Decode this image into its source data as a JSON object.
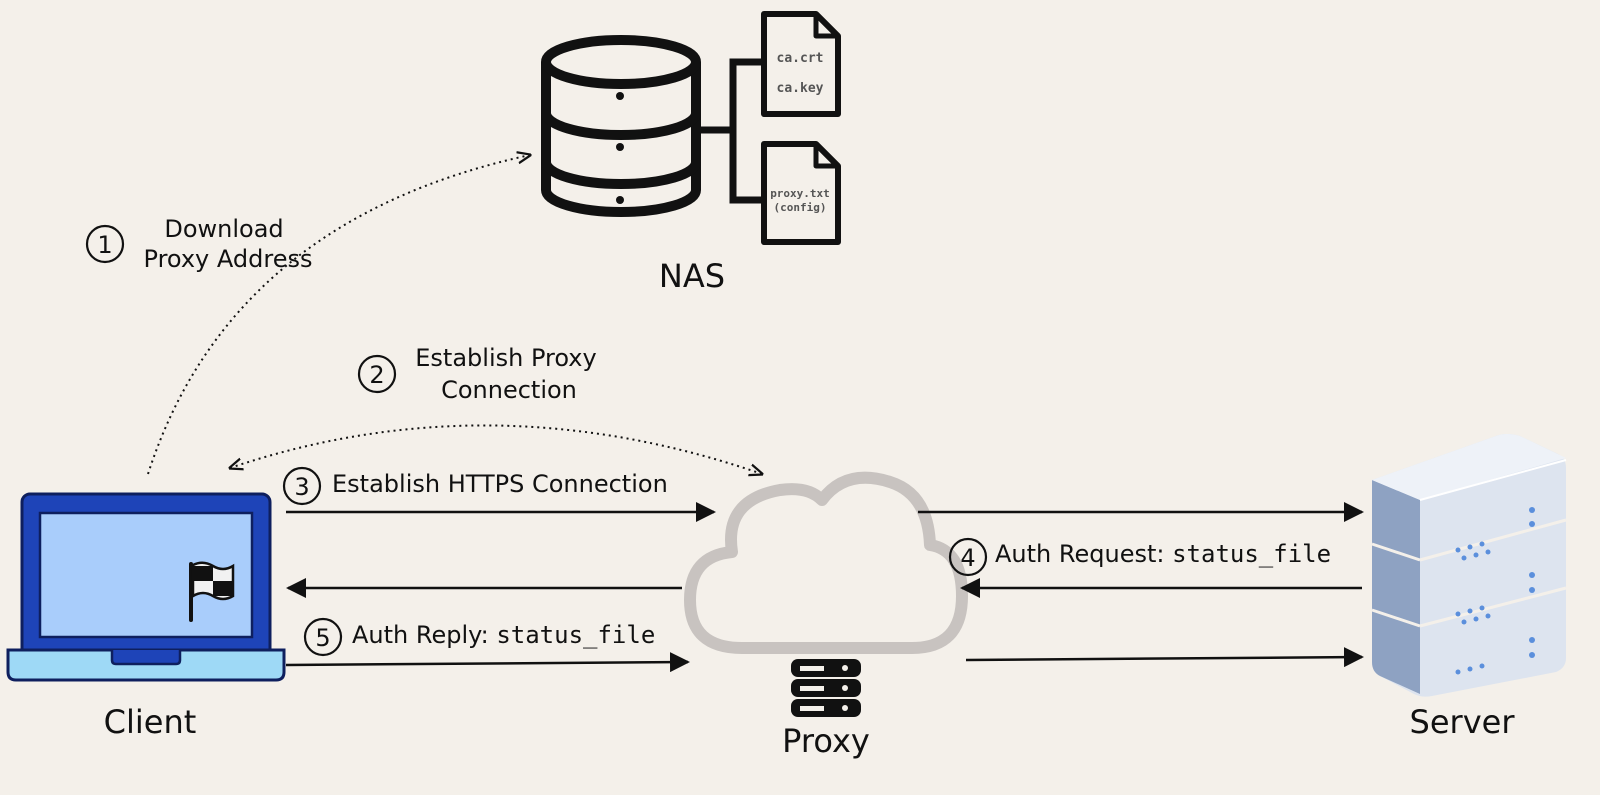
{
  "nodes": {
    "nas": "NAS",
    "client": "Client",
    "proxy": "Proxy",
    "server": "Server"
  },
  "files": {
    "ca_crt": "ca.crt",
    "ca_key": "ca.key",
    "proxy_txt": "proxy.txt",
    "proxy_config": "(config)"
  },
  "steps": [
    {
      "num": "1",
      "line1": "Download",
      "line2": "Proxy Address"
    },
    {
      "num": "2",
      "line1": "Establish Proxy",
      "line2": "Connection"
    },
    {
      "num": "3",
      "text": "Establish HTTPS Connection"
    },
    {
      "num": "4",
      "text": "Auth Request: ",
      "code": "status_file"
    },
    {
      "num": "5",
      "text": "Auth Reply: ",
      "code": "status_file"
    }
  ],
  "colors": {
    "background": "#f4f0ea",
    "laptop_frame": "#1e44b8",
    "laptop_screen": "#a9cdfb",
    "laptop_base": "#9ed9f6",
    "cloud_stroke": "#c8c3c0",
    "server_body": "#d9e1ed",
    "server_dots": "#5b8fdc"
  }
}
